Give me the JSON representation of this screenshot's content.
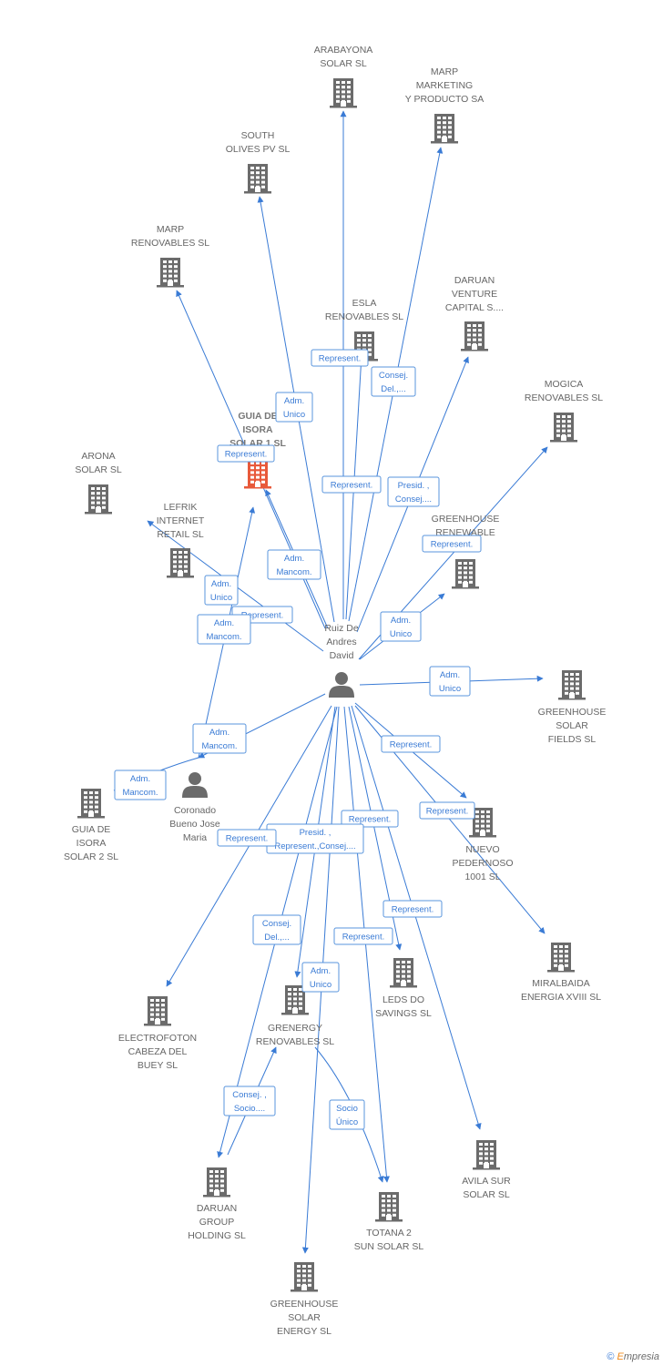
{
  "colors": {
    "edge": "#3a7bd5",
    "node": "#6b6b6b",
    "highlight": "#e8593a",
    "label": "#666666"
  },
  "nodes": [
    {
      "id": "arabayona",
      "type": "company",
      "lines": [
        "ARABAYONA",
        "SOLAR SL"
      ]
    },
    {
      "id": "marp_marketing",
      "type": "company",
      "lines": [
        "MARP",
        "MARKETING",
        "Y PRODUCTO SA"
      ]
    },
    {
      "id": "south_olives",
      "type": "company",
      "lines": [
        "SOUTH",
        "OLIVES PV SL"
      ]
    },
    {
      "id": "marp_renovables",
      "type": "company",
      "lines": [
        "MARP",
        "RENOVABLES SL"
      ]
    },
    {
      "id": "daruan_venture",
      "type": "company",
      "lines": [
        "DARUAN",
        "VENTURE",
        "CAPITAL S...."
      ]
    },
    {
      "id": "esla",
      "type": "company",
      "lines": [
        "ESLA",
        "RENOVABLES SL"
      ]
    },
    {
      "id": "mogica",
      "type": "company",
      "lines": [
        "MOGICA",
        "RENOVABLES SL"
      ]
    },
    {
      "id": "guia1",
      "type": "company-main",
      "lines": [
        "GUIA DE",
        "ISORA",
        "SOLAR 1 SL"
      ]
    },
    {
      "id": "arona",
      "type": "company",
      "lines": [
        "ARONA",
        "SOLAR SL"
      ]
    },
    {
      "id": "lefrik",
      "type": "company",
      "lines": [
        "LEFRIK",
        "INTERNET",
        "RETAIL SL"
      ]
    },
    {
      "id": "greenhouse_renewable",
      "type": "company",
      "lines": [
        "GREENHOUSE",
        "RENEWABLE",
        "...L"
      ]
    },
    {
      "id": "ruiz",
      "type": "person",
      "lines": [
        "Ruiz De",
        "Andres",
        "David"
      ]
    },
    {
      "id": "greenhouse_fields",
      "type": "company",
      "lines": [
        "GREENHOUSE",
        "SOLAR",
        "FIELDS SL"
      ]
    },
    {
      "id": "coronado",
      "type": "person",
      "lines": [
        "Coronado",
        "Bueno Jose",
        "Maria"
      ]
    },
    {
      "id": "guia2",
      "type": "company",
      "lines": [
        "GUIA DE",
        "ISORA",
        "SOLAR 2 SL"
      ]
    },
    {
      "id": "nuevo",
      "type": "company",
      "lines": [
        "NUEVO",
        "PEDERNOSO",
        "1001 SL"
      ]
    },
    {
      "id": "miralbaida",
      "type": "company",
      "lines": [
        "MIRALBAIDA",
        "ENERGIA XVIII SL"
      ]
    },
    {
      "id": "electrofoton",
      "type": "company",
      "lines": [
        "ELECTROFOTON",
        "CABEZA DEL",
        "BUEY SL"
      ]
    },
    {
      "id": "grenergy",
      "type": "company",
      "lines": [
        "GRENERGY",
        "RENOVABLES SL"
      ]
    },
    {
      "id": "leds",
      "type": "company",
      "lines": [
        "LEDS DO",
        "SAVINGS SL"
      ]
    },
    {
      "id": "avila",
      "type": "company",
      "lines": [
        "AVILA SUR",
        "SOLAR SL"
      ]
    },
    {
      "id": "daruan_group",
      "type": "company",
      "lines": [
        "DARUAN",
        "GROUP",
        "HOLDING  SL"
      ]
    },
    {
      "id": "totana",
      "type": "company",
      "lines": [
        "TOTANA 2",
        "SUN SOLAR SL"
      ]
    },
    {
      "id": "greenhouse_energy",
      "type": "company",
      "lines": [
        "GREENHOUSE",
        "SOLAR",
        "ENERGY SL"
      ]
    }
  ],
  "edges": [
    {
      "from": "ruiz",
      "to": "arabayona"
    },
    {
      "from": "ruiz",
      "to": "marp_marketing"
    },
    {
      "from": "ruiz",
      "to": "south_olives"
    },
    {
      "from": "ruiz",
      "to": "marp_renovables"
    },
    {
      "from": "ruiz",
      "to": "daruan_venture"
    },
    {
      "from": "ruiz",
      "to": "esla"
    },
    {
      "from": "ruiz",
      "to": "mogica"
    },
    {
      "from": "ruiz",
      "to": "guia1"
    },
    {
      "from": "ruiz",
      "to": "lefrik"
    },
    {
      "from": "ruiz",
      "to": "greenhouse_renewable"
    },
    {
      "from": "ruiz",
      "to": "greenhouse_fields"
    },
    {
      "from": "ruiz",
      "to": "nuevo"
    },
    {
      "from": "ruiz",
      "to": "miralbaida"
    },
    {
      "from": "ruiz",
      "to": "electrofoton"
    },
    {
      "from": "ruiz",
      "to": "grenergy"
    },
    {
      "from": "ruiz",
      "to": "leds"
    },
    {
      "from": "ruiz",
      "to": "avila"
    },
    {
      "from": "ruiz",
      "to": "daruan_group"
    },
    {
      "from": "ruiz",
      "to": "totana"
    },
    {
      "from": "ruiz",
      "to": "greenhouse_energy"
    },
    {
      "from": "ruiz",
      "to": "guia2"
    },
    {
      "from": "coronado",
      "to": "guia1"
    },
    {
      "from": "grenergy",
      "to": "daruan_group"
    },
    {
      "from": "grenergy",
      "to": "totana"
    }
  ],
  "edge_labels": [
    {
      "lines": [
        "Represent."
      ]
    },
    {
      "lines": [
        "Consej.",
        "Del.,..."
      ]
    },
    {
      "lines": [
        "Adm.",
        "Unico"
      ]
    },
    {
      "lines": [
        "Represent."
      ]
    },
    {
      "lines": [
        "Represent."
      ]
    },
    {
      "lines": [
        "Presid. ,",
        "Consej...."
      ]
    },
    {
      "lines": [
        "Represent."
      ]
    },
    {
      "lines": [
        "Adm.",
        "Mancom."
      ]
    },
    {
      "lines": [
        "Adm.",
        "Unico"
      ]
    },
    {
      "lines": [
        "Represent."
      ]
    },
    {
      "lines": [
        "Adm.",
        "Mancom."
      ]
    },
    {
      "lines": [
        "Adm.",
        "Unico"
      ]
    },
    {
      "lines": [
        "Adm.",
        "Unico"
      ]
    },
    {
      "lines": [
        "Adm.",
        "Mancom."
      ]
    },
    {
      "lines": [
        "Adm.",
        "Mancom."
      ]
    },
    {
      "lines": [
        "Represent."
      ]
    },
    {
      "lines": [
        "Represent."
      ]
    },
    {
      "lines": [
        "Represent."
      ]
    },
    {
      "lines": [
        "Presid. ,",
        "Represent.,Consej...."
      ]
    },
    {
      "lines": [
        "Represent."
      ]
    },
    {
      "lines": [
        "Consej.",
        "Del.,..."
      ]
    },
    {
      "lines": [
        "Represent."
      ]
    },
    {
      "lines": [
        "Represent."
      ]
    },
    {
      "lines": [
        "Adm.",
        "Unico"
      ]
    },
    {
      "lines": [
        "Consej. ,",
        "Socio...."
      ]
    },
    {
      "lines": [
        "Socio",
        "Único"
      ]
    }
  ],
  "footer": {
    "copyright_symbol": "©",
    "brand_prefix": "E",
    "brand_rest": "mpresia"
  }
}
